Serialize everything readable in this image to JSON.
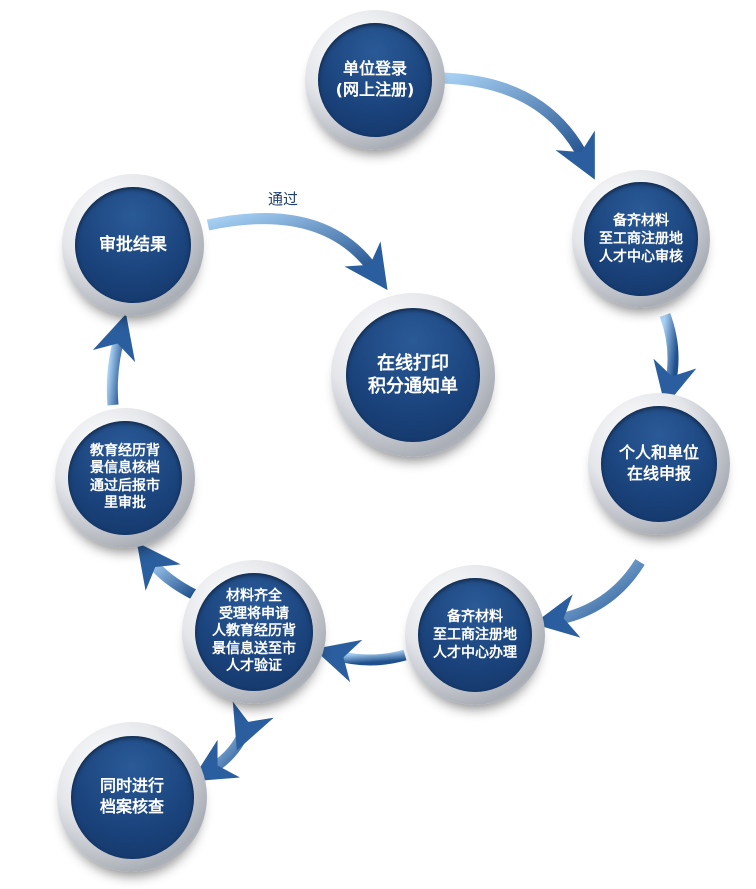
{
  "nodes": [
    {
      "id": "unit-login",
      "lines": [
        "单位登录",
        "(网上注册)"
      ]
    },
    {
      "id": "submit-review",
      "lines": [
        "备齐材料",
        "至工商注册地",
        "人才中心审核"
      ]
    },
    {
      "id": "online-apply",
      "lines": [
        "个人和单位",
        "在线申报"
      ]
    },
    {
      "id": "submit-process",
      "lines": [
        "备齐材料",
        "至工商注册地",
        "人才中心办理"
      ]
    },
    {
      "id": "materials-complete",
      "lines": [
        "材料齐全",
        "受理将申请",
        "人教育经历背",
        "景信息送至市",
        "人才验证"
      ]
    },
    {
      "id": "archive-check",
      "lines": [
        "同时进行",
        "档案核查"
      ]
    },
    {
      "id": "background-verified",
      "lines": [
        "教育经历背",
        "景信息核档",
        "通过后报市",
        "里审批"
      ]
    },
    {
      "id": "approval-result",
      "lines": [
        "审批结果"
      ]
    },
    {
      "id": "print-notice",
      "lines": [
        "在线打印",
        "积分通知单"
      ]
    }
  ],
  "edge_label": "通过",
  "colors": {
    "node_fill": "#1b447d",
    "arrow_dark": "#1f4f8c",
    "arrow_light": "#a9d2f5"
  }
}
